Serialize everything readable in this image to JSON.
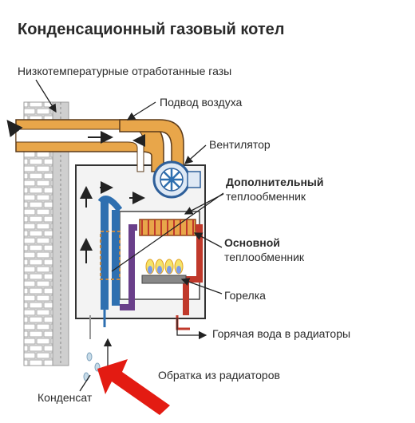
{
  "title": "Конденсационный газовый котел",
  "labels": {
    "flue_gases": "Низкотемпературные отработанные газы",
    "air_supply": "Подвод воздуха",
    "fan": "Вентилятор",
    "extra_hx_line1": "Дополнительный",
    "extra_hx_line2": "теплообменник",
    "main_hx_line1": "Основной",
    "main_hx_line2": "теплообменник",
    "burner": "Горелка",
    "hot_water": "Горячая вода в радиаторы",
    "return": "Обратка из радиаторов",
    "condensate": "Конденсат"
  },
  "colors": {
    "duct": "#e8a64a",
    "duct_edge": "#5a3a1a",
    "cold_pipe": "#2e6fb0",
    "hot_pipe": "#c0392b",
    "brick": "#bdbdbd",
    "highlight_arrow": "#e31b12"
  },
  "icons": [
    "fan-icon",
    "flame-icon",
    "pointer-arrow-icon"
  ]
}
